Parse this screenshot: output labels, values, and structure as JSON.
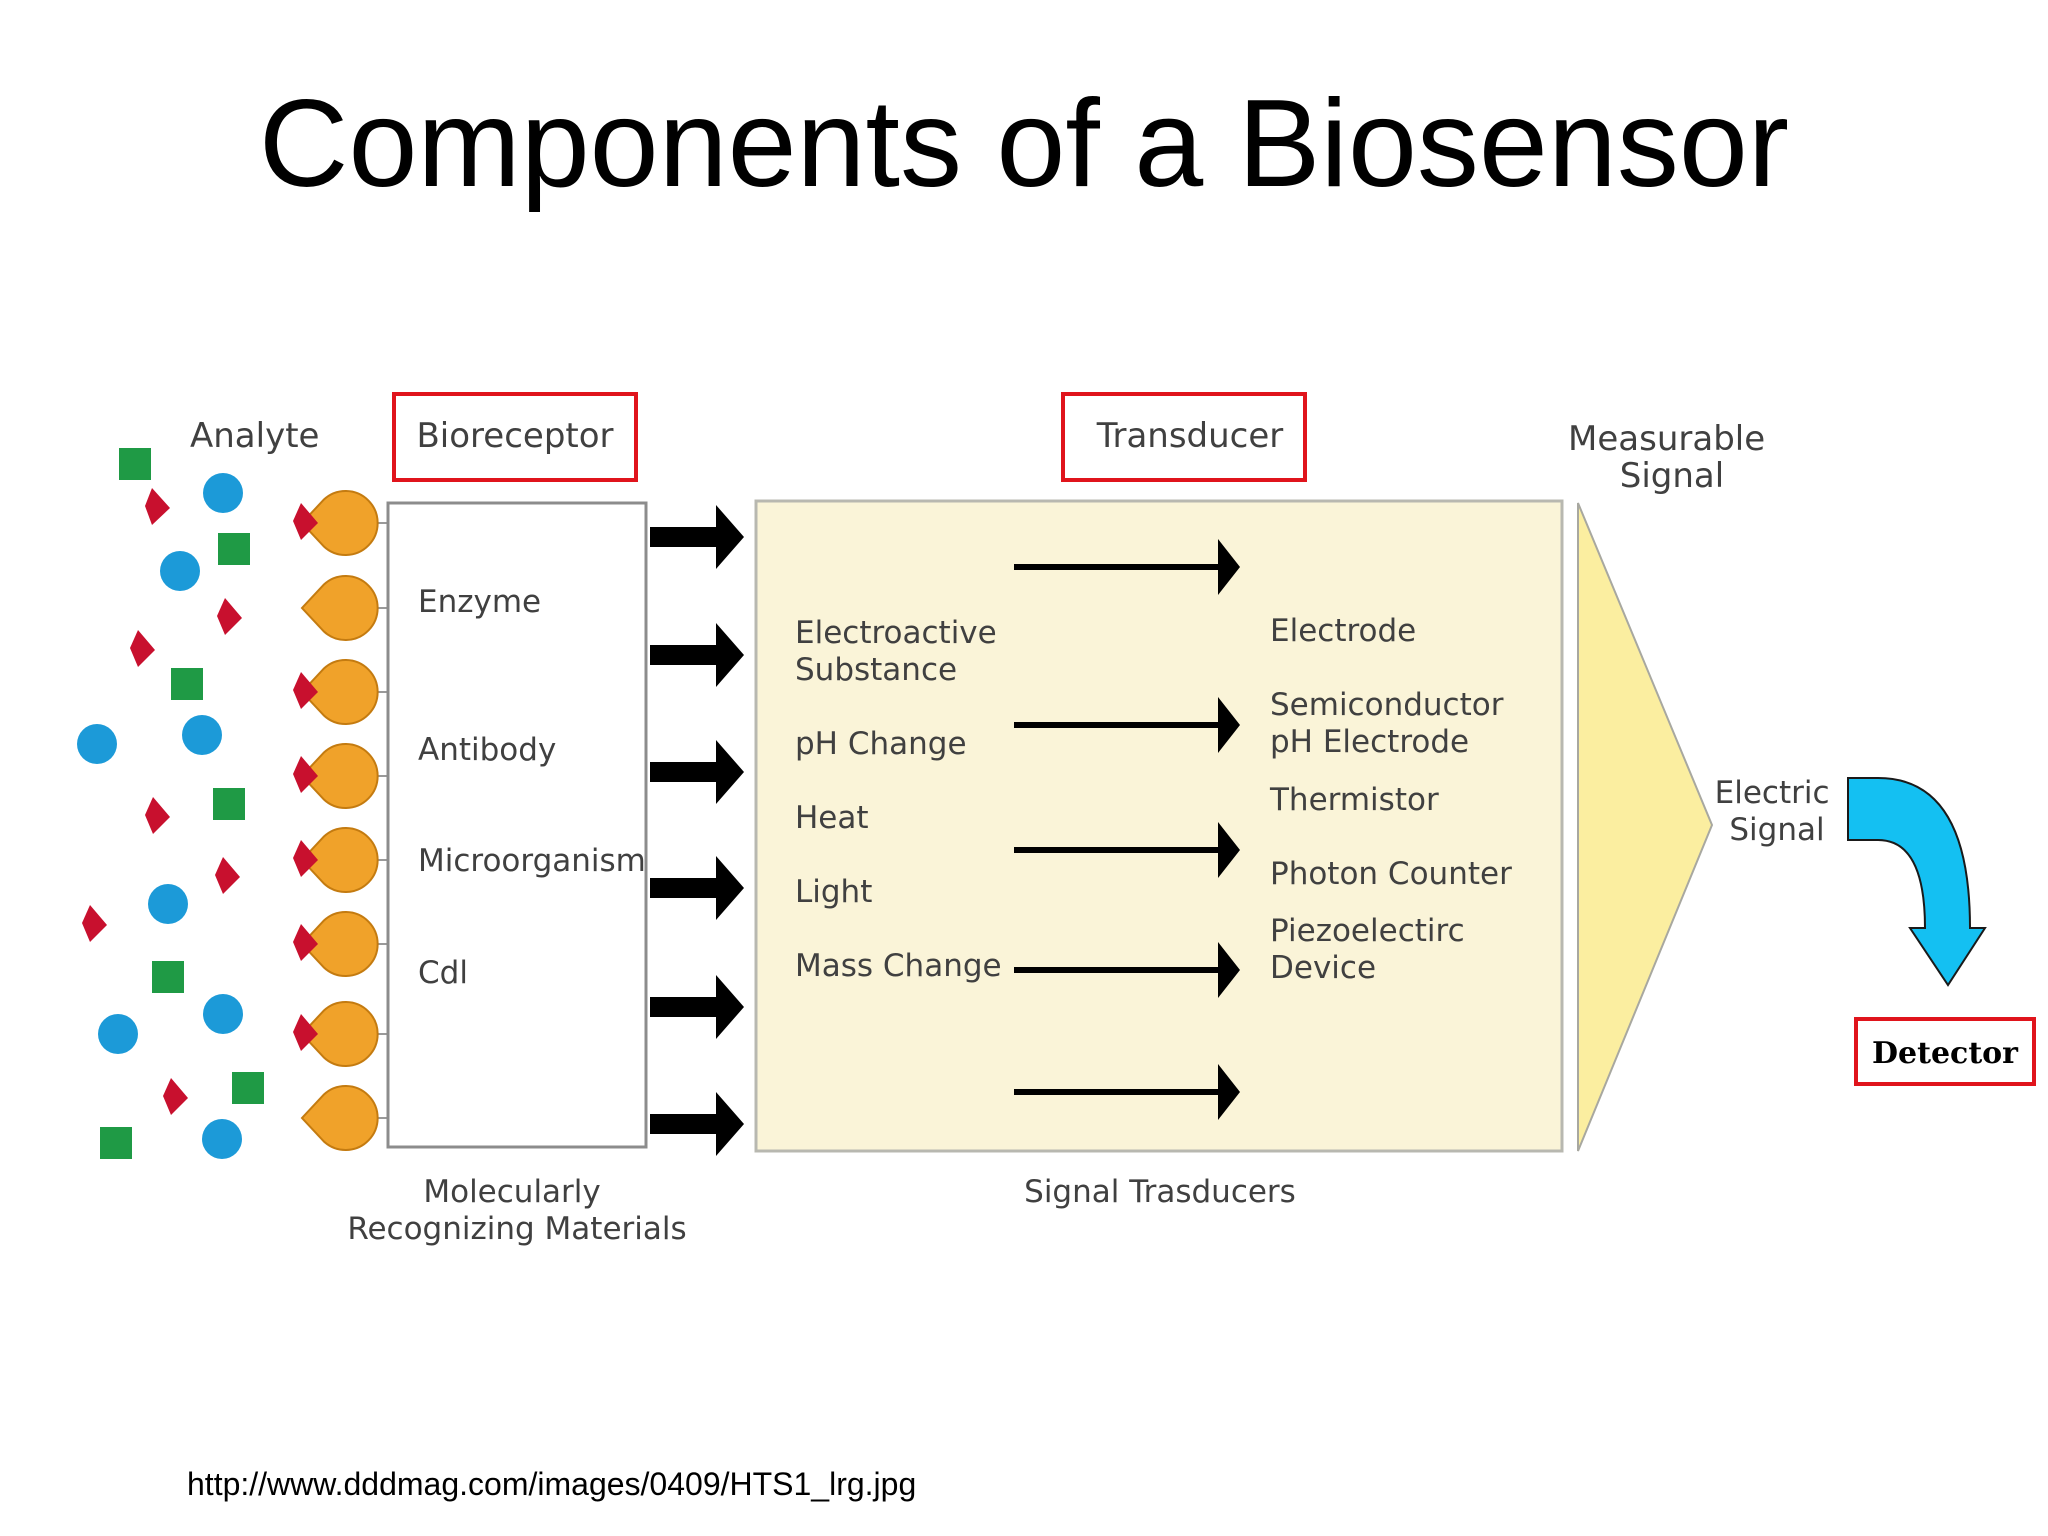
{
  "slide": {
    "title": "Components of a Biosensor",
    "source_url": "http://www.dddmag.com/images/0409/HTS1_lrg.jpg"
  },
  "diagram": {
    "headers": {
      "analyte": "Analyte",
      "bioreceptor": "Bioreceptor",
      "transducer": "Transducer",
      "measurable_signal": [
        "Measurable",
        "Signal"
      ]
    },
    "bioreceptor_items": [
      "Enzyme",
      "Antibody",
      "Microorganism",
      "Cdl"
    ],
    "bioreceptor_caption": [
      "Molecularly",
      "Recognizing Materials"
    ],
    "transducer_inputs": [
      [
        "Electroactive",
        "Substance"
      ],
      [
        "pH Change"
      ],
      [
        "Heat"
      ],
      [
        "Light"
      ],
      [
        "Mass Change"
      ]
    ],
    "transducer_outputs": [
      [
        "Electrode"
      ],
      [
        "Semiconductor",
        "pH Electrode"
      ],
      [
        "Thermistor"
      ],
      [
        "Photon Counter"
      ],
      [
        "Piezoelectirc",
        "Device"
      ]
    ],
    "transducer_caption": "Signal Trasducers",
    "signal_output": [
      "Electric",
      "Signal"
    ],
    "detector_label": "Detector",
    "colors": {
      "highlight_box": "#e0141c",
      "analyte_square": "#1f9a45",
      "analyte_circle": "#1c9ad8",
      "analyte_wedge": "#c8102e",
      "receptor": "#f0a22a",
      "transducer_fill": "#faf4d8",
      "signal_fill": "#fbeea0",
      "detector_arrow": "#14c0f2",
      "label_text": "#404040"
    }
  }
}
